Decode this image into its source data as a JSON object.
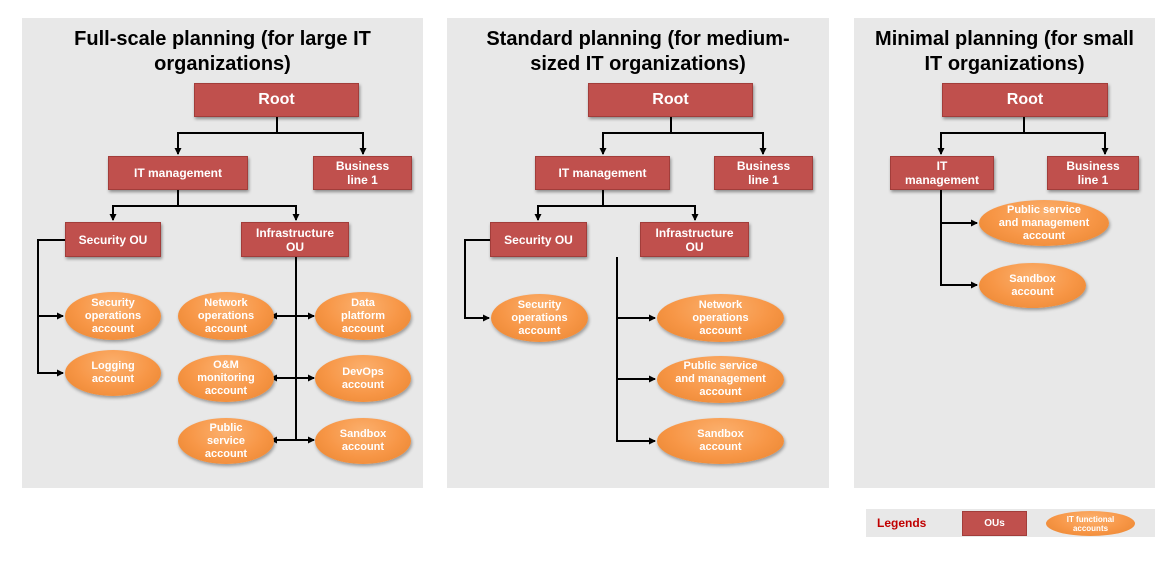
{
  "colors": {
    "ou": "#c0504d",
    "account": "#f79646",
    "panel": "#e8e8e8",
    "legend_title": "#c00000"
  },
  "panels": {
    "full": {
      "title": "Full-scale planning (for large IT\norganizations)",
      "root": "Root",
      "it_management": "IT management",
      "business_line": "Business\nline 1",
      "security_ou": "Security OU",
      "infrastructure_ou": "Infrastructure\nOU",
      "security_ops_account": "Security\noperations\naccount",
      "logging_account": "Logging\naccount",
      "network_ops_account": "Network\noperations\naccount",
      "om_monitoring_account": "O&M\nmonitoring\naccount",
      "public_service_account": "Public\nservice\naccount",
      "data_platform_account": "Data\nplatform\naccount",
      "devops_account": "DevOps\naccount",
      "sandbox_account": "Sandbox\naccount"
    },
    "standard": {
      "title": "Standard planning (for medium-\nsized IT organizations)",
      "root": "Root",
      "it_management": "IT management",
      "business_line": "Business\nline 1",
      "security_ou": "Security OU",
      "infrastructure_ou": "Infrastructure\nOU",
      "security_ops_account": "Security\noperations\naccount",
      "network_ops_account": "Network\noperations\naccount",
      "public_service_mgmt_account": "Public service\nand management\naccount",
      "sandbox_account": "Sandbox\naccount"
    },
    "minimal": {
      "title": "Minimal planning (for small\nIT organizations)",
      "root": "Root",
      "it_management": "IT\nmanagement",
      "business_line": "Business\nline 1",
      "public_service_mgmt_account": "Public service\nand management\naccount",
      "sandbox_account": "Sandbox\naccount"
    }
  },
  "legend": {
    "title": "Legends",
    "ou_label": "OUs",
    "account_label": "IT functional\naccounts"
  }
}
